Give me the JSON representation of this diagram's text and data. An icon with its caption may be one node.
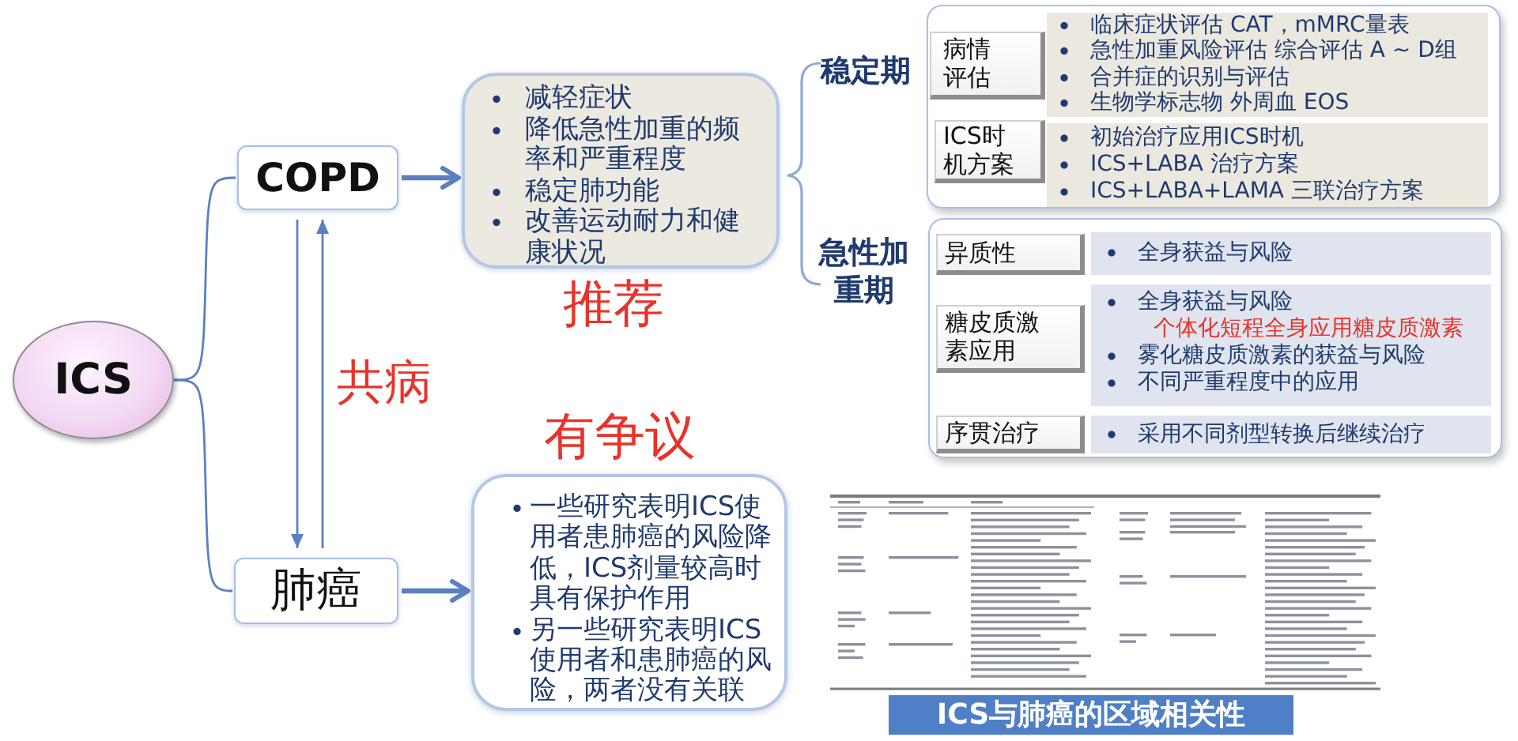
{
  "diagram": {
    "nodes": [
      {
        "text": [
          "ICS"
        ]
      },
      {
        "text": [
          "COPD"
        ]
      },
      {
        "text": [
          "肺癌"
        ]
      },
      {
        "text": [
          "减轻症状",
          "降低急性加重的频率和严重程度",
          "稳定肺功能",
          "改善运动耐力和健康状况"
        ],
        "beside": [
          "推荐"
        ]
      },
      {
        "text": [
          "一些研究表明ICS使用者患肺癌的风险降低，ICS剂量较高时具有保护作用",
          "另一些研究表明ICS使用者和患肺癌的风险，两者没有关联"
        ],
        "beside": [
          "有争议"
        ]
      },
      {
        "text": [
          "稳定期"
        ]
      },
      {
        "text": [
          "病情评估"
        ],
        "in": 5
      },
      {
        "text": [
          "临床症状评估 CAT，mMRC量表",
          "急性加重风险评估 综合评估 A ~ D组",
          "合并症的识别与评估",
          "生物学标志物 外周血 EOS"
        ],
        "in": 5
      },
      {
        "text": [
          "ICS时机方案"
        ],
        "in": 5
      },
      {
        "text": [
          "初始治疗应用ICS时机",
          "ICS+LABA 治疗方案",
          "ICS+LABA+LAMA 三联治疗方案"
        ],
        "in": 5
      },
      {
        "text": [
          "急性加重期"
        ]
      },
      {
        "text": [
          "异质性"
        ],
        "in": 10
      },
      {
        "text": [
          "全身获益与风险"
        ],
        "in": 10
      },
      {
        "text": [
          "糖皮质激素应用"
        ],
        "in": 10
      },
      {
        "text": [
          "全身获益与风险",
          "个体化短程全身应用糖皮质激素",
          "雾化糖皮质激素的获益与风险",
          "不同严重程度中的应用"
        ],
        "in": 10
      },
      {
        "text": [
          "序贯治疗"
        ],
        "in": 10
      },
      {
        "text": [
          "采用不同剂型转换后继续治疗"
        ],
        "in": 10
      },
      {
        "text": [
          "ICS与肺癌的区域相关性"
        ]
      }
    ],
    "edges": [
      {
        "from": 0,
        "to": 1,
        "arrow": "none"
      },
      {
        "from": 0,
        "to": 2,
        "arrow": "none"
      },
      {
        "from": 1,
        "to": 2,
        "arrow": "to"
      },
      {
        "from": 2,
        "to": 1,
        "arrow": "to",
        "label": "共病"
      },
      {
        "from": 1,
        "to": 3,
        "arrow": "to",
        "style": "thick"
      },
      {
        "from": 2,
        "to": 4,
        "arrow": "to",
        "style": "thick"
      }
    ]
  }
}
